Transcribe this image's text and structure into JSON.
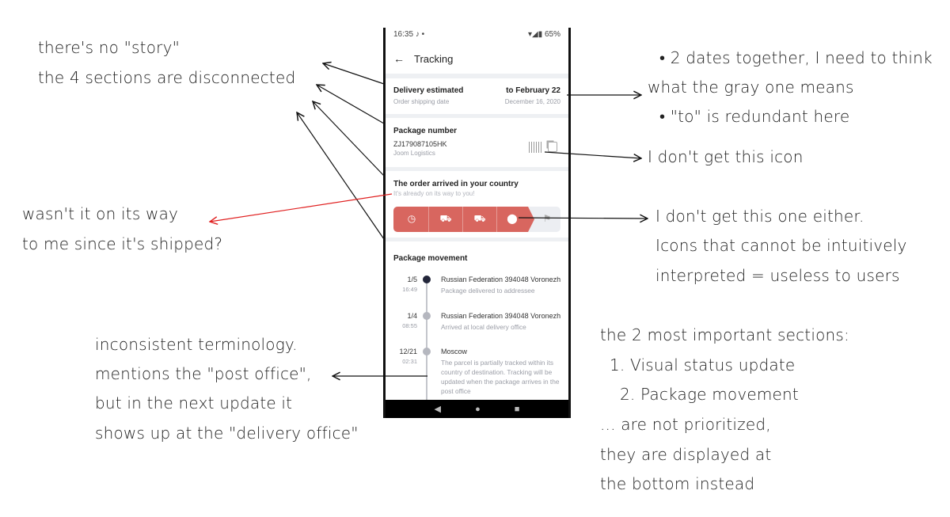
{
  "phone": {
    "status_bar": {
      "time": "16:35",
      "icons": "♪ •",
      "right": "65%"
    },
    "header": {
      "title": "Tracking"
    },
    "delivery": {
      "title": "Delivery estimated",
      "subtitle": "Order shipping date",
      "date": "to February 22",
      "sub_date": "December 16, 2020"
    },
    "package": {
      "title": "Package number",
      "number": "ZJ179087105HK",
      "carrier": "Joom Logistics"
    },
    "status": {
      "title": "The order arrived in your country",
      "subtitle": "It's already on its way to you!",
      "steps": [
        "clock-icon",
        "cart-icon",
        "truck-icon",
        "location-pin-icon",
        "flag-icon"
      ],
      "completed_steps": 4,
      "total_steps": 5,
      "accent": "#d8665f"
    },
    "movement": {
      "title": "Package movement",
      "events": [
        {
          "date": "1/5",
          "time": "16:49",
          "place": "Russian Federation 394048 Voronezh",
          "desc": "Package delivered to addressee",
          "current": true
        },
        {
          "date": "1/4",
          "time": "08:55",
          "place": "Russian Federation 394048 Voronezh",
          "desc": "Arrived at local delivery office"
        },
        {
          "date": "12/21",
          "time": "02:31",
          "place": "Moscow",
          "desc": "The parcel is partially tracked within its country of destination. Tracking will be updated when the package arrives in the post office"
        }
      ]
    }
  },
  "notes": {
    "story": [
      "there's no \"story\"",
      "the 4 sections are disconnected"
    ],
    "dates": [
      "• 2 dates together, I need to think",
      "what the gray one means",
      "• \"to\" is redundant here"
    ],
    "icon": [
      "I don't get this icon"
    ],
    "way": [
      "wasn't it on its way",
      "to me since it's shipped?"
    ],
    "icons2": [
      "I don't get this one either.",
      "Icons that cannot be intuitively",
      "interpreted = useless to users"
    ],
    "terminology": [
      "inconsistent terminology.",
      "mentions the \"post office\",",
      "but in the next update it",
      "shows up at the \"delivery office\""
    ],
    "important": [
      "the 2 most important sections:",
      "1. Visual status update",
      "2. Package movement",
      "... are not prioritized,",
      "they are displayed at",
      "the bottom instead"
    ]
  }
}
